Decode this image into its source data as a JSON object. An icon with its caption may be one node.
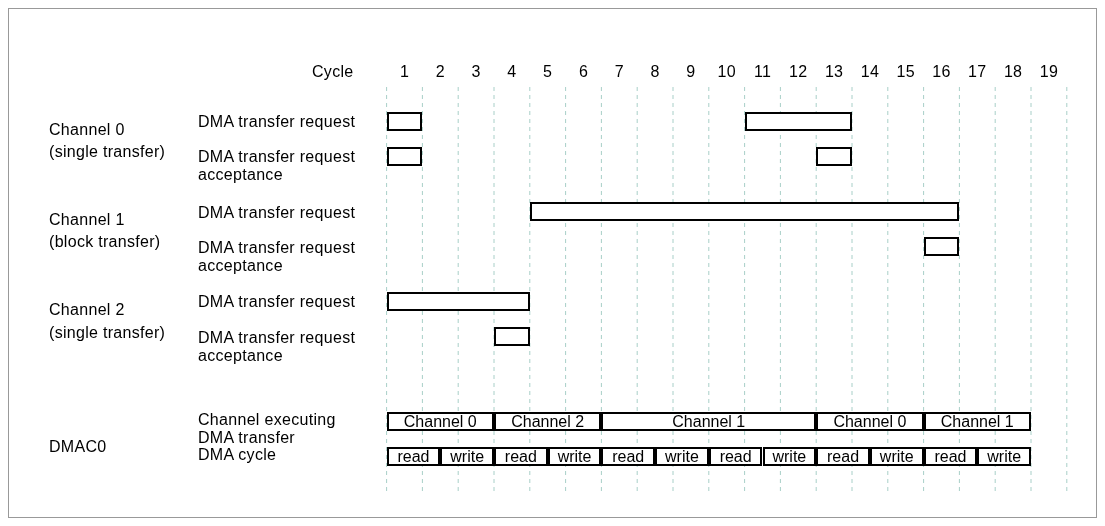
{
  "diagram": {
    "nodes": [
      {
        "text": [],
        "shape": "bar"
      },
      {
        "text": [],
        "shape": "bar"
      },
      {
        "text": [],
        "shape": "bar"
      },
      {
        "text": [],
        "shape": "bar"
      },
      {
        "text": [],
        "shape": "bar"
      },
      {
        "text": [],
        "shape": "bar"
      },
      {
        "text": [],
        "shape": "bar"
      },
      {
        "text": [],
        "shape": "bar"
      },
      {
        "text": [
          "Channel 0"
        ]
      },
      {
        "text": [
          "Channel 2"
        ]
      },
      {
        "text": [
          "Channel 1"
        ]
      },
      {
        "text": [
          "Channel 0"
        ]
      },
      {
        "text": [
          "Channel 1"
        ]
      },
      {
        "text": [
          "read"
        ]
      },
      {
        "text": [
          "write"
        ]
      },
      {
        "text": [
          "read"
        ]
      },
      {
        "text": [
          "write"
        ]
      },
      {
        "text": [
          "read"
        ]
      },
      {
        "text": [
          "write"
        ]
      },
      {
        "text": [
          "read"
        ]
      },
      {
        "text": [
          "write"
        ]
      },
      {
        "text": [
          "read"
        ]
      },
      {
        "text": [
          "write"
        ]
      },
      {
        "text": [
          "read"
        ]
      },
      {
        "text": [
          "write"
        ]
      }
    ],
    "labels": [
      "Cycle",
      "1",
      "2",
      "3",
      "4",
      "5",
      "6",
      "7",
      "8",
      "9",
      "10",
      "11",
      "12",
      "13",
      "14",
      "15",
      "16",
      "17",
      "18",
      "19",
      "Channel 0",
      "DMA transfer request",
      "(single transfer)",
      "DMA transfer request acceptance",
      "Channel 1",
      "DMA transfer request",
      "(block transfer)",
      "DMA transfer request acceptance",
      "Channel 2",
      "DMA transfer request",
      "(single transfer)",
      "DMA transfer request acceptance",
      "Channel executing DMA transfer",
      "DMAC0",
      "DMA cycle"
    ]
  }
}
